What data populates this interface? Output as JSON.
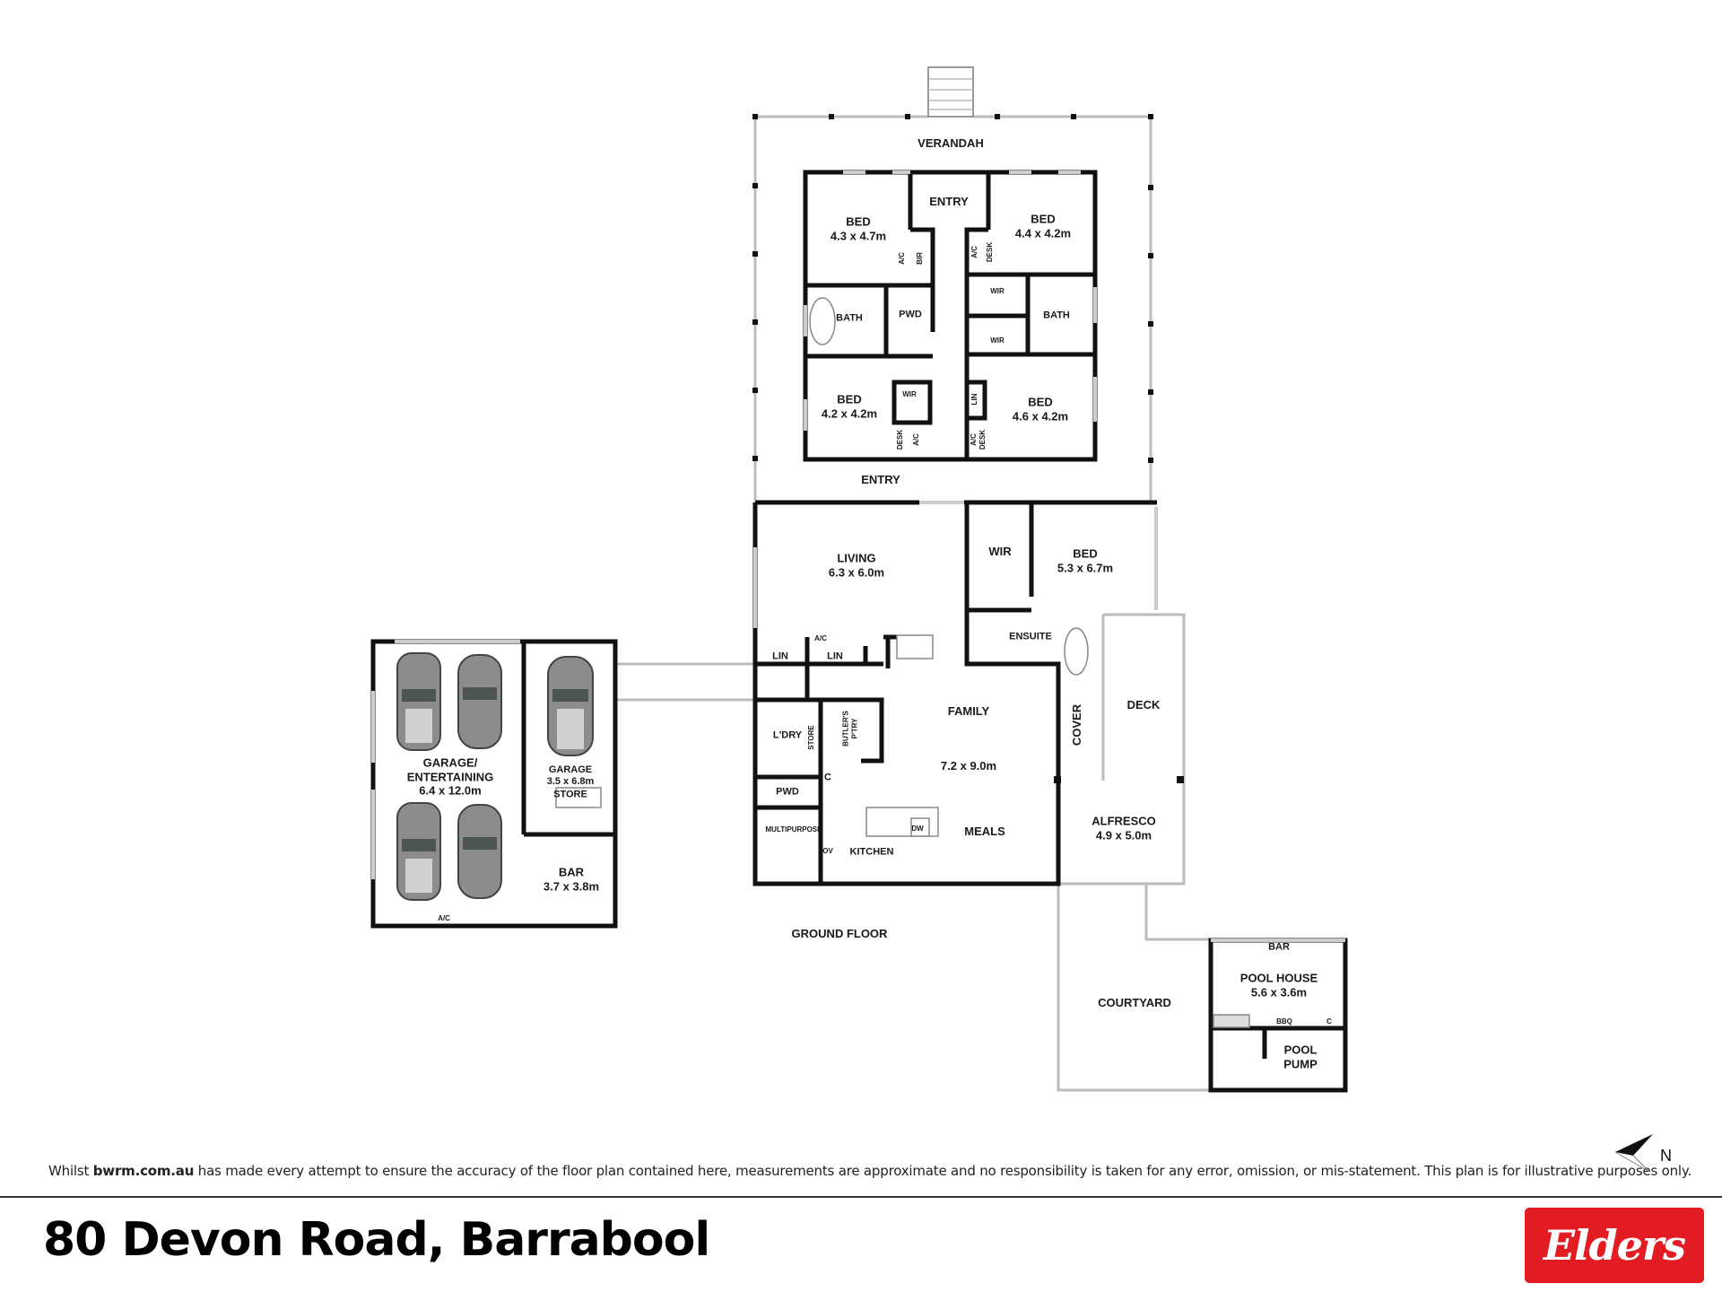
{
  "plan": {
    "floor_label": "GROUND FLOOR",
    "rooms": {
      "verandah": {
        "name": "VERANDAH"
      },
      "entry_front": {
        "name": "ENTRY"
      },
      "bed_1": {
        "name": "BED",
        "dims": "4.3 x 4.7m"
      },
      "bed_2": {
        "name": "BED",
        "dims": "4.4 x 4.2m"
      },
      "bed_3": {
        "name": "BED",
        "dims": "4.2 x 4.2m"
      },
      "bed_4": {
        "name": "BED",
        "dims": "4.6 x 4.2m"
      },
      "bath_1": {
        "name": "BATH"
      },
      "bath_2": {
        "name": "BATH"
      },
      "pwd_1": {
        "name": "PWD"
      },
      "entry_rear": {
        "name": "ENTRY"
      },
      "living": {
        "name": "LIVING",
        "dims": "6.3 x 6.0m"
      },
      "master_bed": {
        "name": "BED",
        "dims": "5.3 x 6.7m"
      },
      "master_wir": {
        "name": "WIR"
      },
      "ensuite": {
        "name": "ENSUITE"
      },
      "family": {
        "name": "FAMILY",
        "dims": "7.2 x 9.0m"
      },
      "meals": {
        "name": "MEALS"
      },
      "kitchen": {
        "name": "KITCHEN"
      },
      "laundry": {
        "name": "L'DRY"
      },
      "store": {
        "name": "STORE"
      },
      "butlers_pantry": {
        "name": "BUTLER'S",
        "name2": "P'TRY"
      },
      "pwd_2": {
        "name": "PWD"
      },
      "multipurpose": {
        "name": "MULTIPURPOSE"
      },
      "cover": {
        "name": "COVER"
      },
      "deck": {
        "name": "DECK"
      },
      "alfresco": {
        "name": "ALFRESCO",
        "dims": "4.9 x 5.0m"
      },
      "courtyard": {
        "name": "COURTYARD"
      },
      "pool_house": {
        "name": "POOL HOUSE",
        "dims": "5.6 x 3.6m"
      },
      "pool_house_bar": {
        "name": "BAR"
      },
      "pool_pump": {
        "name": "POOL",
        "name2": "PUMP"
      },
      "garage_ent": {
        "name": "GARAGE/",
        "name2": "ENTERTAINING",
        "dims": "6.4 x 12.0m"
      },
      "garage": {
        "name": "GARAGE",
        "dims": "3.5 x 6.8m"
      },
      "garage_store": {
        "name": "STORE"
      },
      "bar": {
        "name": "BAR",
        "dims": "3.7 x 3.8m"
      }
    },
    "fixtures": {
      "ac": "A/C",
      "bir": "BIR",
      "desk": "DESK",
      "wir": "WIR",
      "lin": "LIN",
      "c": "C",
      "dw": "DW",
      "ov": "OV",
      "bbq": "BBQ"
    },
    "compass": {
      "label": "N"
    }
  },
  "footer": {
    "disclaimer_prefix": "Whilst ",
    "disclaimer_site": "bwrm.com.au",
    "disclaimer_rest": " has made every attempt to ensure the accuracy of the floor plan contained here, measurements are approximate and no responsibility is taken for any error, omission, or mis-statement. This plan is for illustrative purposes only.",
    "address": "80 Devon Road, Barrabool",
    "logo_text": "Elders",
    "logo_color": "#e31b23"
  }
}
